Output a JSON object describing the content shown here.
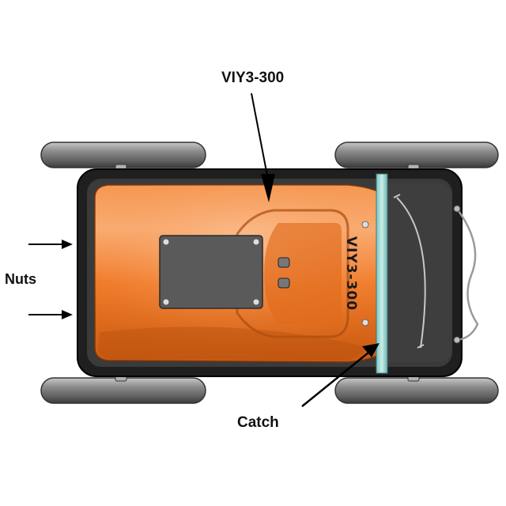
{
  "labels": {
    "model": "VIY3-300",
    "nuts": "Nuts",
    "catch": "Catch"
  },
  "device_marking": "VIY3-300",
  "colors": {
    "body_orange": "#f07a28",
    "body_highlight": "#fbb07a",
    "frame": "#222222",
    "panel": "#5a5a5a",
    "wheel": "#8a8a8a",
    "catch_bar": "#9fd8d4",
    "arrow": "#000000"
  }
}
